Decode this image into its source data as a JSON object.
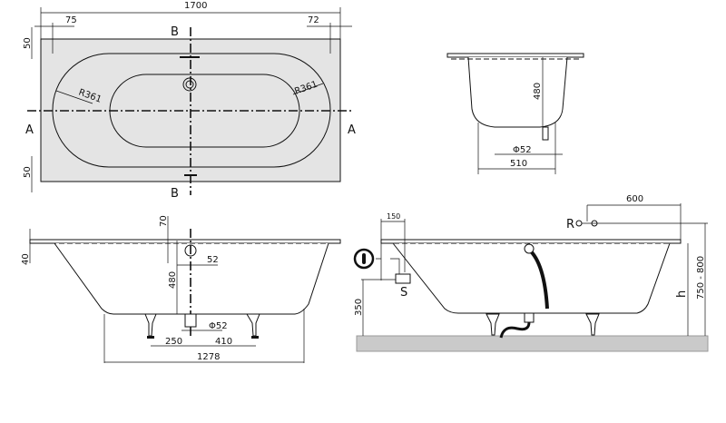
{
  "plan_view": {
    "overall_length": "1700",
    "left_offset": "75",
    "right_offset": "72",
    "top_margin": "50",
    "bottom_margin": "50",
    "radius_left": "R361",
    "radius_right": "R361",
    "section_a": "A",
    "section_b": "B"
  },
  "end_section": {
    "depth": "480",
    "drain_diameter": "Φ52",
    "bottom_width": "510"
  },
  "long_section": {
    "rim_height": "40",
    "overflow_offset": "70",
    "overflow_diameter": "52",
    "depth": "480",
    "drain_diameter": "Φ52",
    "leg_left": "250",
    "leg_right": "410",
    "bottom_length": "1278"
  },
  "installation": {
    "tap_distance": "600",
    "tap_label": "R",
    "wall_offset": "150",
    "supply_label": "S",
    "supply_height": "350",
    "height_label": "h",
    "height_range": "750 - 800"
  }
}
